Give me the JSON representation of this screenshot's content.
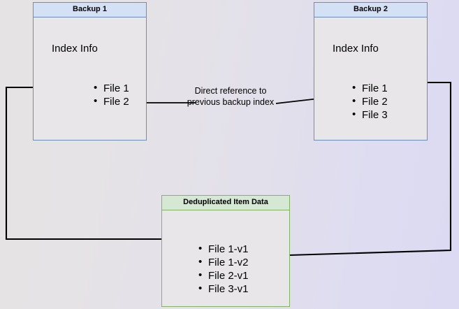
{
  "diagram": {
    "title": "Backup deduplication index reference diagram",
    "background": {
      "from_color": "#e6e3e4",
      "to_color": "#dcdaf3"
    },
    "colors": {
      "blue_border": "#6c8ebf",
      "blue_header_fill": "#d4e1f5",
      "green_border": "#82b366",
      "green_header_fill": "#d5e8d4",
      "node_body_fill": "#e8e6e9",
      "edge_stroke": "#000000"
    },
    "nodes": {
      "backup1": {
        "header": "Backup 1",
        "body_title": "Index Info",
        "items": [
          "File 1",
          "File 2"
        ]
      },
      "backup2": {
        "header": "Backup 2",
        "body_title": "Index Info",
        "items": [
          "File 1",
          "File 2",
          "File 3"
        ]
      },
      "dedup": {
        "header": "Deduplicated Item Data",
        "items": [
          "File 1-v1",
          "File 1-v2",
          "File 2-v1",
          "File 3-v1"
        ]
      }
    },
    "edges": {
      "reference_label_line1": "Direct reference to",
      "reference_label_line2": "previous backup index"
    }
  }
}
